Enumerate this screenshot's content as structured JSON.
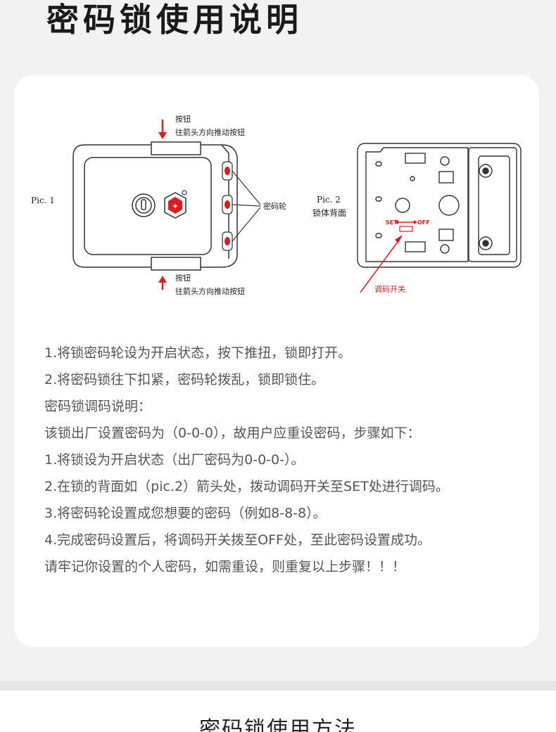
{
  "page": {
    "title": "密码锁使用说明",
    "section_title": "密码锁使用方法"
  },
  "diagram": {
    "pic1_label": "Pic. 1",
    "pic2_label": "Pic. 2",
    "pic2_caption": "锁体背面",
    "top_button_label": "按钮",
    "top_button_hint": "往箭头方向推动按钮",
    "bottom_button_label": "按钮",
    "bottom_button_hint": "往箭头方向推动按钮",
    "wheel_label": "密码轮",
    "switch_label": "调码开关",
    "set_label": "SET",
    "off_label": "OFF"
  },
  "instructions": [
    "1.将锁密码轮设为开启状态，按下推扭，锁即打开。",
    "2.将密码锁往下扣紧，密码轮拨乱，锁即锁住。",
    "密码锁调码说明：",
    "该锁出厂设置密码为（0-0-0），故用户应重设密码，步骤如下：",
    "1.将锁设为开启状态（出厂密码为0-0-0-）。",
    "2.在锁的背面如（pic.2）箭头处，拨动调码开关至SET处进行调码。",
    "3.将密码轮设置成您想要的密码（例如8-8-8）。",
    "4.完成密码设置后，将调码开关拨至OFF处，至此密码设置成功。",
    "请牢记你设置的个人密码，如需重设，则重复以上步骤！！！"
  ],
  "colors": {
    "arrow_red": "#e01b1b",
    "card_bg": "#ffffff",
    "page_bg": "#f2f2f2"
  }
}
